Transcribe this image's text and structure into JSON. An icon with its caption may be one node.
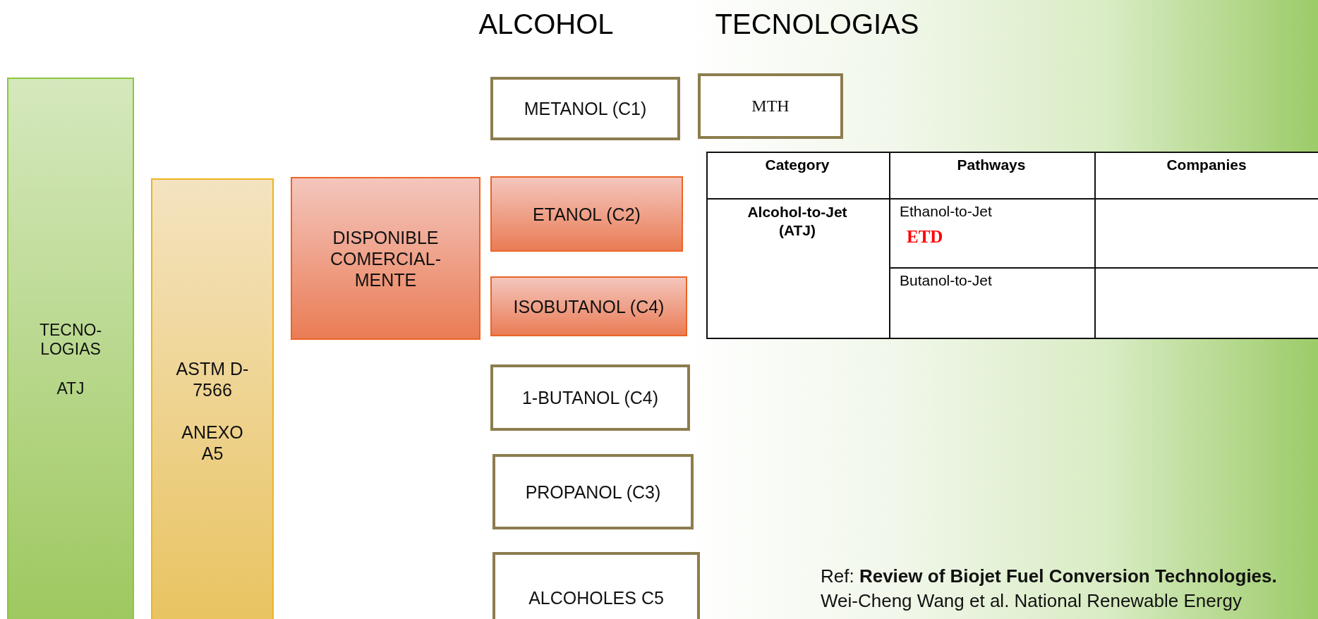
{
  "diagram": {
    "caption": "Ref: **Review of Biojet Fuel Conversion Technologies.** Wei-Cheng Wang et al. National Renewable Energy",
    "nodes": [
      {
        "text": [
          "TECNO- LOGIAS",
          "ATJ"
        ]
      },
      {
        "text": [
          "ASTM D-7566",
          "ANEXO A5"
        ]
      },
      {
        "text": [
          "DISPONIBLE COMERCIAL- MENTE"
        ]
      },
      {
        "text": [
          "METANOL (C1)"
        ]
      },
      {
        "text": [
          "MTH"
        ]
      },
      {
        "text": [
          "ETANOL (C2)"
        ]
      },
      {
        "text": [
          "ISOBUTANOL (C4)"
        ]
      },
      {
        "text": [
          "1-BUTANOL (C4)"
        ]
      },
      {
        "text": [
          "PROPANOL (C3)"
        ]
      },
      {
        "text": [
          "ALCOHOLES C5"
        ]
      }
    ],
    "labels": [
      "ALCOHOL",
      "TECNOLOGIAS",
      "Category",
      "Pathways",
      "Companies",
      "Alcohol-to-Jet (ATJ)",
      "Ethanol-to-Jet",
      "ETD",
      "Butanol-to-Jet"
    ]
  }
}
